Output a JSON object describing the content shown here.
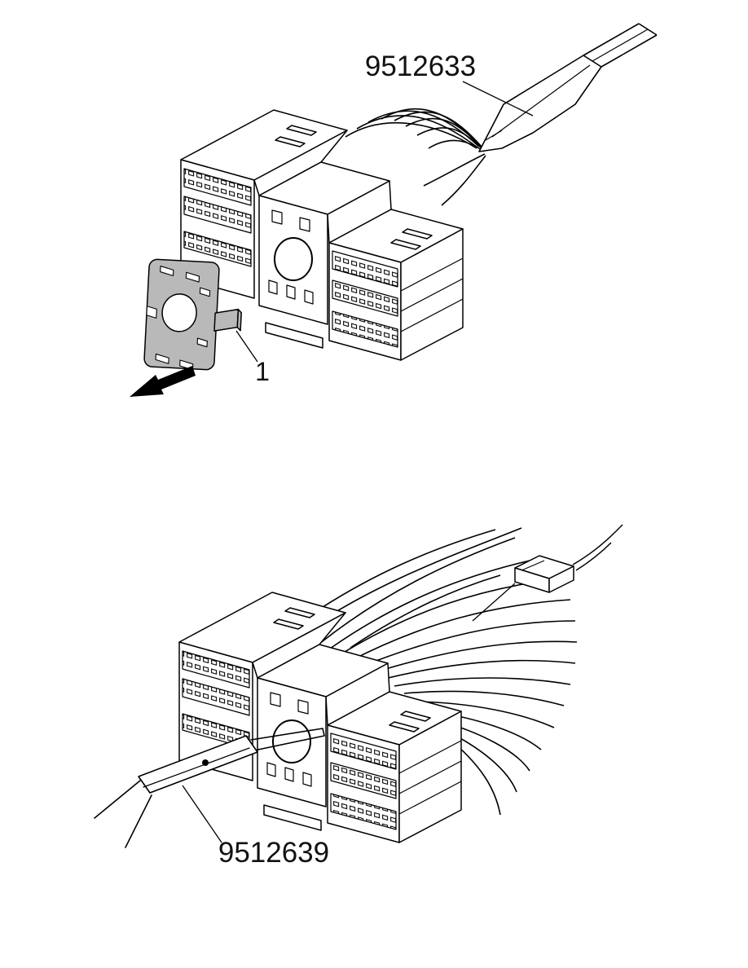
{
  "figures": [
    {
      "id": "top",
      "tool_label": "9512633",
      "part_label": "1"
    },
    {
      "id": "bottom",
      "tool_label": "9512639"
    }
  ],
  "colors": {
    "line": "#000000",
    "gasket": "#b9b9b9",
    "label_text": "#111111",
    "background": "#ffffff"
  }
}
